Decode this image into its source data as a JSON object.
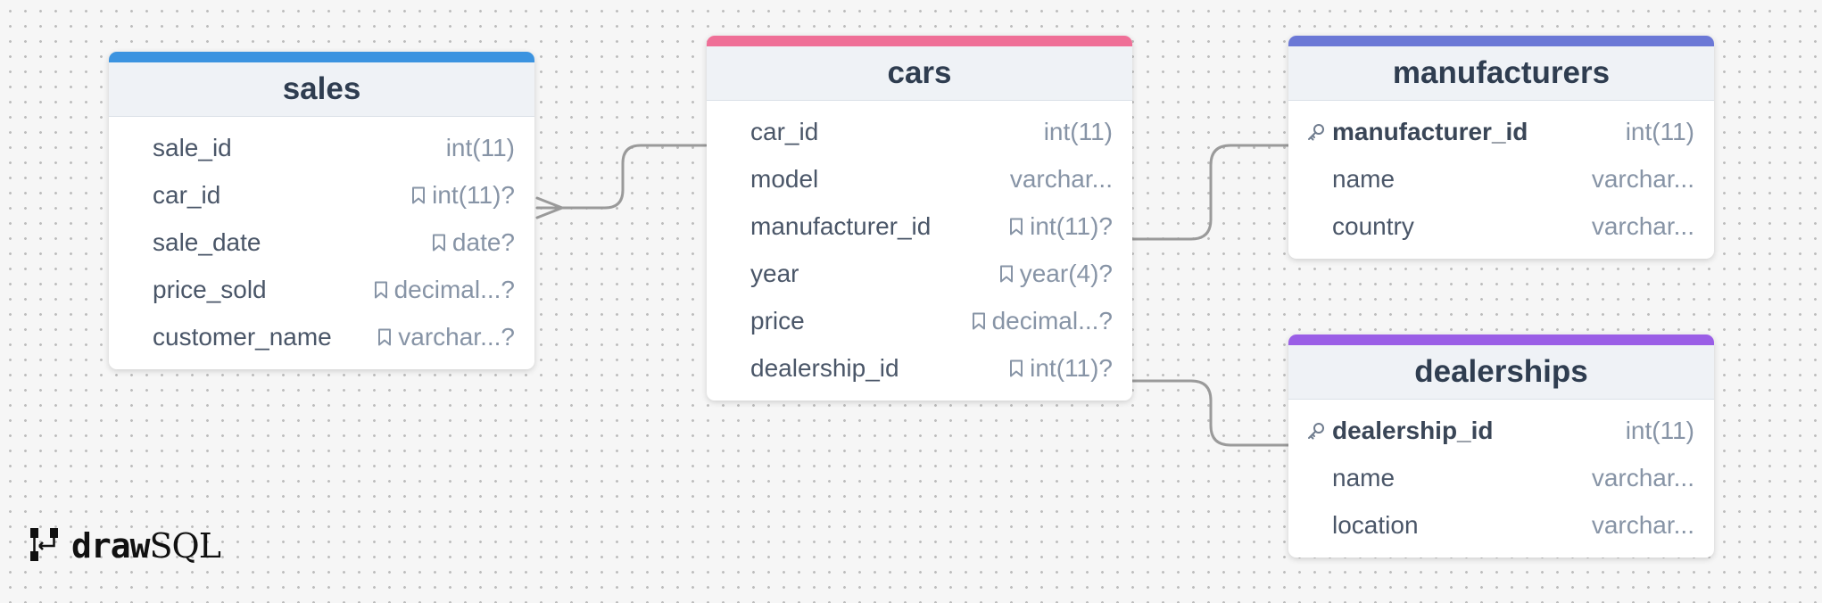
{
  "brand": {
    "bold": "draw",
    "light": "SQL"
  },
  "tables": {
    "sales": {
      "title": "sales",
      "color": "#3b93e0",
      "columns": [
        {
          "name": "sale_id",
          "type": "int(11)"
        },
        {
          "name": "car_id",
          "type": "int(11)?"
        },
        {
          "name": "sale_date",
          "type": "date?"
        },
        {
          "name": "price_sold",
          "type": "decimal...?"
        },
        {
          "name": "customer_name",
          "type": "varchar...?"
        }
      ]
    },
    "cars": {
      "title": "cars",
      "color": "#ef6f97",
      "columns": [
        {
          "name": "car_id",
          "type": "int(11)"
        },
        {
          "name": "model",
          "type": "varchar..."
        },
        {
          "name": "manufacturer_id",
          "type": "int(11)?"
        },
        {
          "name": "year",
          "type": "year(4)?"
        },
        {
          "name": "price",
          "type": "decimal...?"
        },
        {
          "name": "dealership_id",
          "type": "int(11)?"
        }
      ]
    },
    "manufacturers": {
      "title": "manufacturers",
      "color": "#6b78d6",
      "columns": [
        {
          "name": "manufacturer_id",
          "type": "int(11)"
        },
        {
          "name": "name",
          "type": "varchar..."
        },
        {
          "name": "country",
          "type": "varchar..."
        }
      ]
    },
    "dealerships": {
      "title": "dealerships",
      "color": "#9a5ee6",
      "columns": [
        {
          "name": "dealership_id",
          "type": "int(11)"
        },
        {
          "name": "name",
          "type": "varchar..."
        },
        {
          "name": "location",
          "type": "varchar..."
        }
      ]
    }
  },
  "relationships": [
    {
      "from": "cars.car_id",
      "to": "sales.car_id",
      "cardinality": "one-to-many"
    },
    {
      "from": "cars.manufacturer_id",
      "to": "manufacturers.manufacturer_id",
      "cardinality": "one-to-one"
    },
    {
      "from": "cars.dealership_id",
      "to": "dealerships.dealership_id",
      "cardinality": "one-to-one"
    }
  ]
}
